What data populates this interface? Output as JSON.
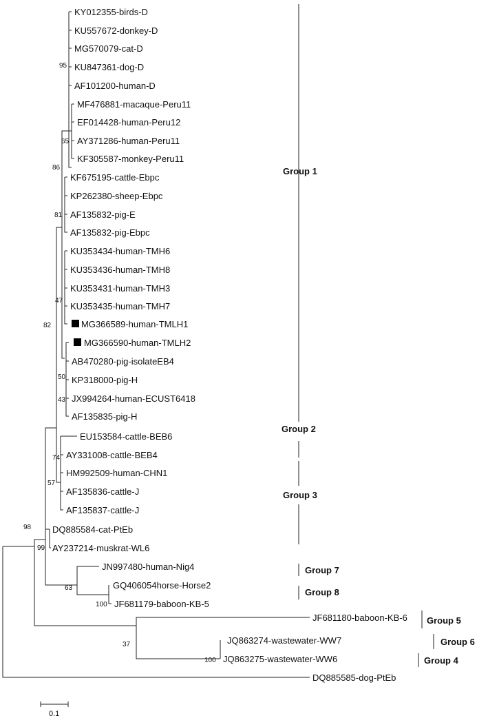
{
  "tree": {
    "leaves": [
      "KY012355-birds-D",
      "KU557672-donkey-D",
      "MG570079-cat-D",
      "KU847361-dog-D",
      "AF101200-human-D",
      "MF476881-macaque-Peru11",
      "EF014428-human-Peru12",
      "AY371286-human-Peru11",
      "KF305587-monkey-Peru11",
      "KF675195-cattle-Ebpc",
      "KP262380-sheep-Ebpc",
      "AF135832-pig-E",
      "AF135832-pig-Ebpc",
      "KU353434-human-TMH6",
      "KU353436-human-TMH8",
      "KU353431-human-TMH3",
      "KU353435-human-TMH7",
      "MG366589-human-TMLH1",
      "MG366590-human-TMLH2",
      "AB470280-pig-isolateEB4",
      "KP318000-pig-H",
      "JX994264-human-ECUST6418",
      "AF135835-pig-H",
      "EU153584-cattle-BEB6",
      "AY331008-cattle-BEB4",
      "HM992509-human-CHN1",
      "AF135836-cattle-J",
      "AF135837-cattle-J",
      "DQ885584-cat-PtEb",
      "AY237214-muskrat-WL6",
      "JN997480-human-Nig4",
      "GQ406054horse-Horse2",
      "JF681179-baboon-KB-5",
      "JF681180-baboon-KB-6",
      "JQ863274-wastewater-WW7",
      "JQ863275-wastewater-WW6",
      "DQ885585-dog-PtEb"
    ],
    "bootstraps": [
      "95",
      "65",
      "86",
      "81",
      "47",
      "82",
      "50",
      "43",
      "74",
      "57",
      "98",
      "99",
      "63",
      "100",
      "37",
      "100"
    ],
    "groups": [
      "Group 1",
      "Group 2",
      "Group 3",
      "Group 7",
      "Group 8",
      "Group 5",
      "Group 6",
      "Group 4"
    ],
    "scale": "0.1",
    "marked_leaves": [
      "MG366589-human-TMLH1",
      "MG366590-human-TMLH2"
    ]
  }
}
